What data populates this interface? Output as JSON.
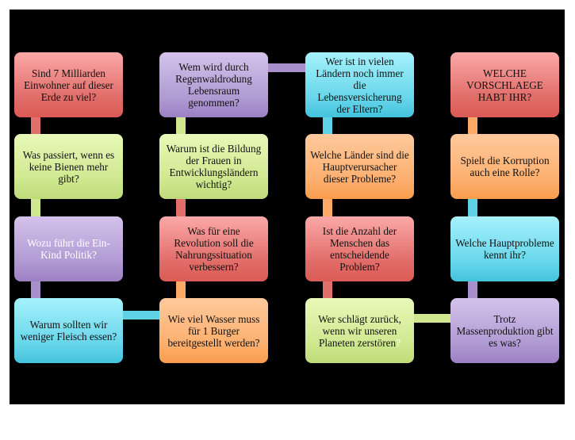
{
  "boxes": [
    {
      "text": "Sind 7 Milliarden Einwohner auf dieser Erde zu viel?",
      "color": "red"
    },
    {
      "text": "Was passiert, wenn es keine Bienen mehr gibt?",
      "color": "green"
    },
    {
      "text": "Wozu führt die Ein-Kind Politik?",
      "color": "purple"
    },
    {
      "text": "Warum sollten wir weniger Fleisch essen?",
      "color": "cyan"
    },
    {
      "text": "Wie viel Wasser muss für 1 Burger bereitgestellt werden?",
      "color": "orange"
    },
    {
      "text": "Was für eine Revolution soll die Nahrungssituation verbessern?",
      "color": "red"
    },
    {
      "text": "Warum ist die Bildung der Frauen in Entwicklungsländern wichtig?",
      "color": "green"
    },
    {
      "text": "Wem wird durch Regenwaldrodung Lebensraum genommen?",
      "color": "purple"
    },
    {
      "text": "Wer ist in vielen Ländern noch immer die Lebensversicherung der Eltern?",
      "color": "cyan"
    },
    {
      "text": "Welche Länder sind die Hauptverursacher dieser Probleme?",
      "color": "orange"
    },
    {
      "text": "Ist die Anzahl der Menschen das entscheidende Problem?",
      "color": "red"
    },
    {
      "text": "Wer schlägt zurück, wenn wir unseren Planeten zerstören",
      "suffix": "?",
      "color": "green"
    },
    {
      "text": "Trotz Massenproduktion gibt es was?",
      "color": "purple"
    },
    {
      "text": "Welche Hauptprobleme kennt ihr?",
      "color": "cyan"
    },
    {
      "text": "Spielt die Korruption auch eine Rolle?",
      "color": "orange"
    },
    {
      "text": "WELCHE VORSCHLAEGE HABT IHR?",
      "color": "red"
    }
  ],
  "colors": {
    "red": "#e06c68",
    "green": "#cfe890",
    "purple": "#b09ad2",
    "cyan": "#67d6ea",
    "orange": "#fdb070"
  }
}
